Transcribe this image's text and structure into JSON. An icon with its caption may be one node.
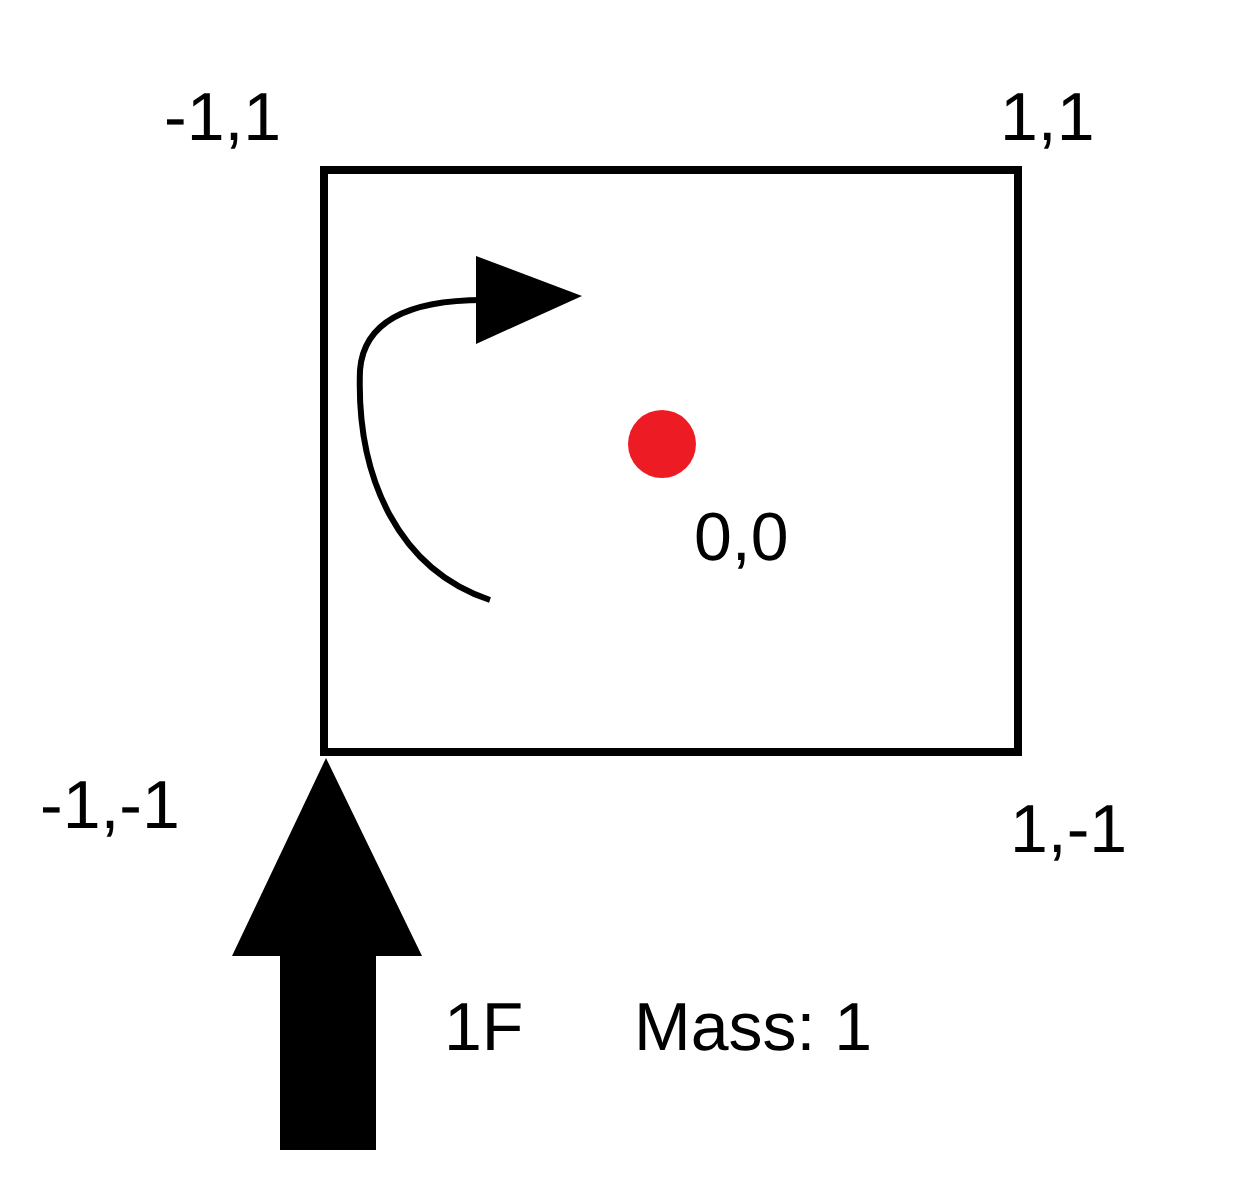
{
  "diagram": {
    "labels": [
      "-1,1",
      "1,1",
      "0,0",
      "-1,-1",
      "1,-1",
      "1F",
      "Mass: 1"
    ]
  }
}
